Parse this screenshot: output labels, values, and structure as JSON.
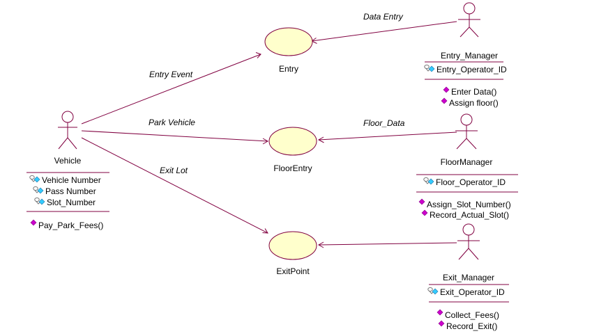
{
  "colors": {
    "line": "#800040",
    "usecase_fill": "#FFFFCC",
    "attr_key": "#9A9A9A",
    "attr_diamond": "#33CCFF",
    "op_diamond": "#CC00CC"
  },
  "actors": {
    "vehicle": {
      "name": "Vehicle",
      "attributes": [
        "Vehicle Number",
        "Pass Number",
        "Slot_Number"
      ],
      "operations": [
        "Pay_Park_Fees()"
      ]
    },
    "entry_manager": {
      "name": "Entry_Manager",
      "attributes": [
        "Entry_Operator_ID"
      ],
      "operations": [
        "Enter Data()",
        "Assign floor()"
      ]
    },
    "floor_manager": {
      "name": "FloorManager",
      "attributes": [
        "Floor_Operator_ID"
      ],
      "operations": [
        "Assign_Slot_Number()",
        "Record_Actual_Slot()"
      ]
    },
    "exit_manager": {
      "name": "Exit_Manager",
      "attributes": [
        "Exit_Operator_ID"
      ],
      "operations": [
        "Collect_Fees()",
        "Record_Exit()"
      ]
    }
  },
  "use_cases": {
    "entry": "Entry",
    "floor_entry": "FloorEntry",
    "exit_point": "ExitPoint"
  },
  "associations": {
    "entry_event": "Entry Event",
    "park_vehicle": "Park Vehicle",
    "exit_lot": "Exit Lot",
    "data_entry": "Data Entry",
    "floor_data": "Floor_Data"
  }
}
